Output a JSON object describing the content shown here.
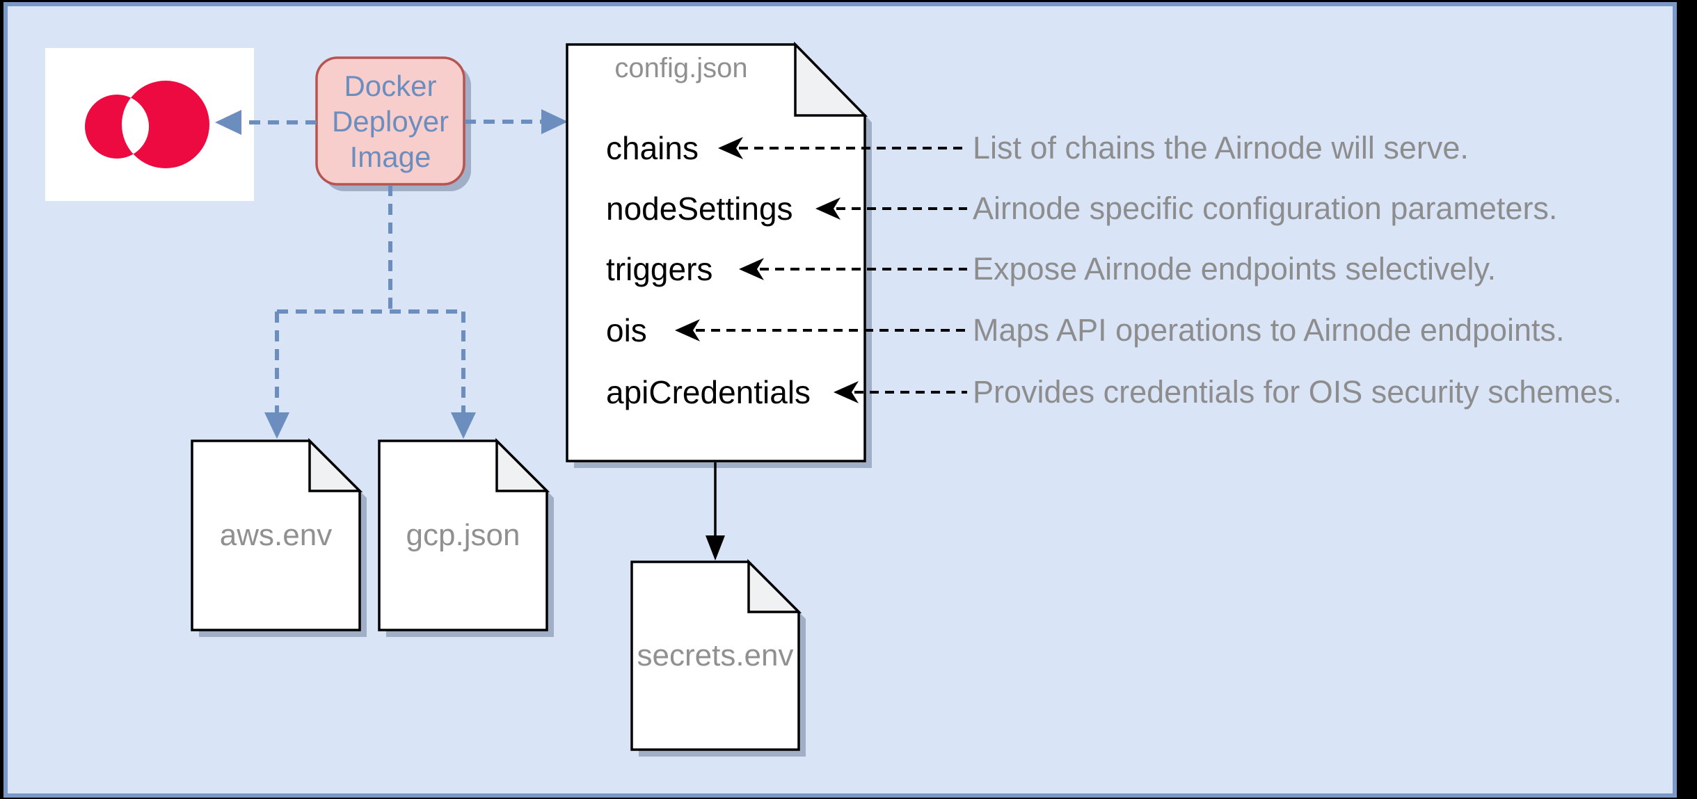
{
  "colors": {
    "page_background": "#d9e5f7",
    "frame_outer": "#000000",
    "frame_inner": "#7b99c8",
    "accent_blue": "#6c8ebf",
    "docker_box_fill": "#f8cecc",
    "docker_box_border": "#b85450",
    "logo_red": "#ec0a41",
    "muted_gray_text": "#909090",
    "doc_fill": "#ffffff",
    "doc_fold_fill": "#f0f1f3"
  },
  "logo_card": {
    "icon": "airnode-logo"
  },
  "docker_box": {
    "lines": [
      "Docker",
      "Deployer",
      "Image"
    ]
  },
  "config_doc": {
    "title": "config.json",
    "items": [
      {
        "label": "chains",
        "description": "List of chains the Airnode will serve."
      },
      {
        "label": "nodeSettings",
        "description": "Airnode specific configuration parameters."
      },
      {
        "label": "triggers",
        "description": "Expose Airnode endpoints selectively."
      },
      {
        "label": "ois",
        "description": "Maps API operations to Airnode endpoints."
      },
      {
        "label": "apiCredentials",
        "description": "Provides credentials for OIS security schemes."
      }
    ]
  },
  "output_files": [
    {
      "label": "aws.env"
    },
    {
      "label": "gcp.json"
    },
    {
      "label": "secrets.env"
    }
  ]
}
